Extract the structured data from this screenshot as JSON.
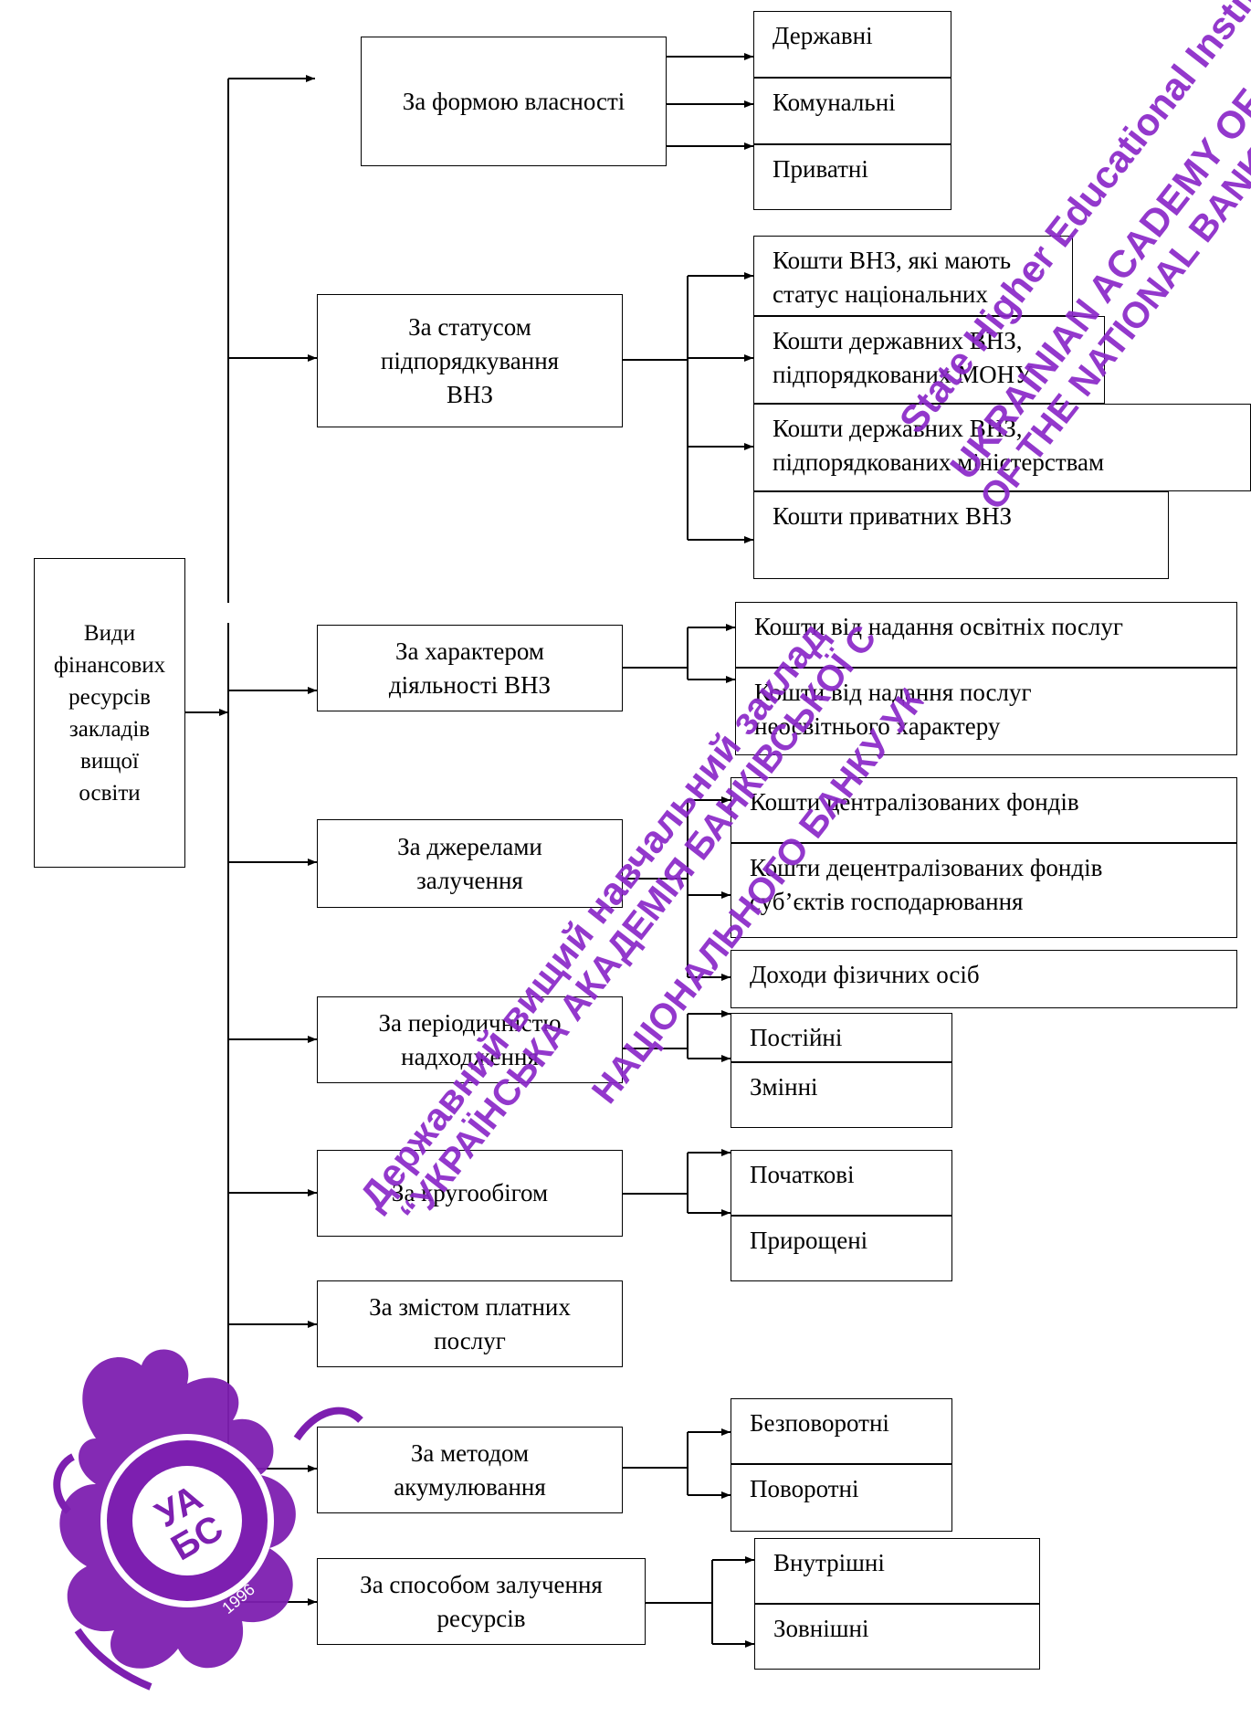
{
  "root": {
    "lines": [
      "Види",
      "фінансових",
      "ресурсів",
      "закладів",
      "вищої",
      "освіти"
    ]
  },
  "categories": [
    {
      "lines": [
        "За формою власності"
      ],
      "items": [
        {
          "lines": [
            "Державні"
          ]
        },
        {
          "lines": [
            "Комунальні"
          ]
        },
        {
          "lines": [
            "Приватні"
          ]
        }
      ]
    },
    {
      "lines": [
        "За статусом",
        "підпорядкування",
        "ВНЗ"
      ],
      "items": [
        {
          "lines": [
            "Кошти ВНЗ, які мають",
            "статус національних"
          ]
        },
        {
          "lines": [
            "Кошти державних ВНЗ,",
            "підпорядкованих МОНУ"
          ]
        },
        {
          "lines": [
            "Кошти державних ВНЗ,",
            "підпорядкованих міністерствам"
          ]
        },
        {
          "lines": [
            "Кошти приватних ВНЗ"
          ]
        }
      ]
    },
    {
      "lines": [
        "За характером",
        "діяльності ВНЗ"
      ],
      "items": [
        {
          "lines": [
            "Кошти від надання освітніх послуг"
          ]
        },
        {
          "lines": [
            "Кошти від надання послуг",
            "неосвітнього характеру"
          ]
        }
      ]
    },
    {
      "lines": [
        "За джерелами",
        "залучення"
      ],
      "items": [
        {
          "lines": [
            "Кошти централізованих фондів"
          ]
        },
        {
          "lines": [
            "Кошти децентралізованих фондів",
            "суб’єктів господарювання"
          ]
        },
        {
          "lines": [
            "Доходи фізичних осіб"
          ]
        }
      ]
    },
    {
      "lines": [
        "За періодичністю",
        "надходження"
      ],
      "items": [
        {
          "lines": [
            "Постійні"
          ]
        },
        {
          "lines": [
            "Змінні"
          ]
        }
      ]
    },
    {
      "lines": [
        "За кругообігом"
      ],
      "items": [
        {
          "lines": [
            "Початкові"
          ]
        },
        {
          "lines": [
            "Прирощені"
          ]
        }
      ]
    },
    {
      "lines": [
        "За змістом платних",
        "послуг"
      ],
      "items": []
    },
    {
      "lines": [
        "За методом",
        "акумулювання"
      ],
      "items": [
        {
          "lines": [
            "Безповоротні"
          ]
        },
        {
          "lines": [
            "Поворотні"
          ]
        }
      ]
    },
    {
      "lines": [
        "За способом залучення",
        "ресурсів"
      ],
      "items": [
        {
          "lines": [
            "Внутрішні"
          ]
        },
        {
          "lines": [
            "Зовнішні"
          ]
        }
      ]
    }
  ],
  "watermarks": [
    "State Higher Educational Institution",
    "UKRAINIAN ACADEMY OF BANKING",
    "OF THE NATIONAL BANK OF UKRAINE",
    "Державний вищий навчальний заклад",
    "“УКРАЇНСЬКА АКАДЕМІЯ БАНКІВСЬКОЇ СПРАВИ",
    "НАЦІОНАЛЬНОГО БАНКУ УКРАЇНИ”"
  ],
  "seal": {
    "text": [
      "УА",
      "БС",
      "1996"
    ]
  },
  "colors": {
    "line": "#000000",
    "watermark": "#8a28c8"
  }
}
